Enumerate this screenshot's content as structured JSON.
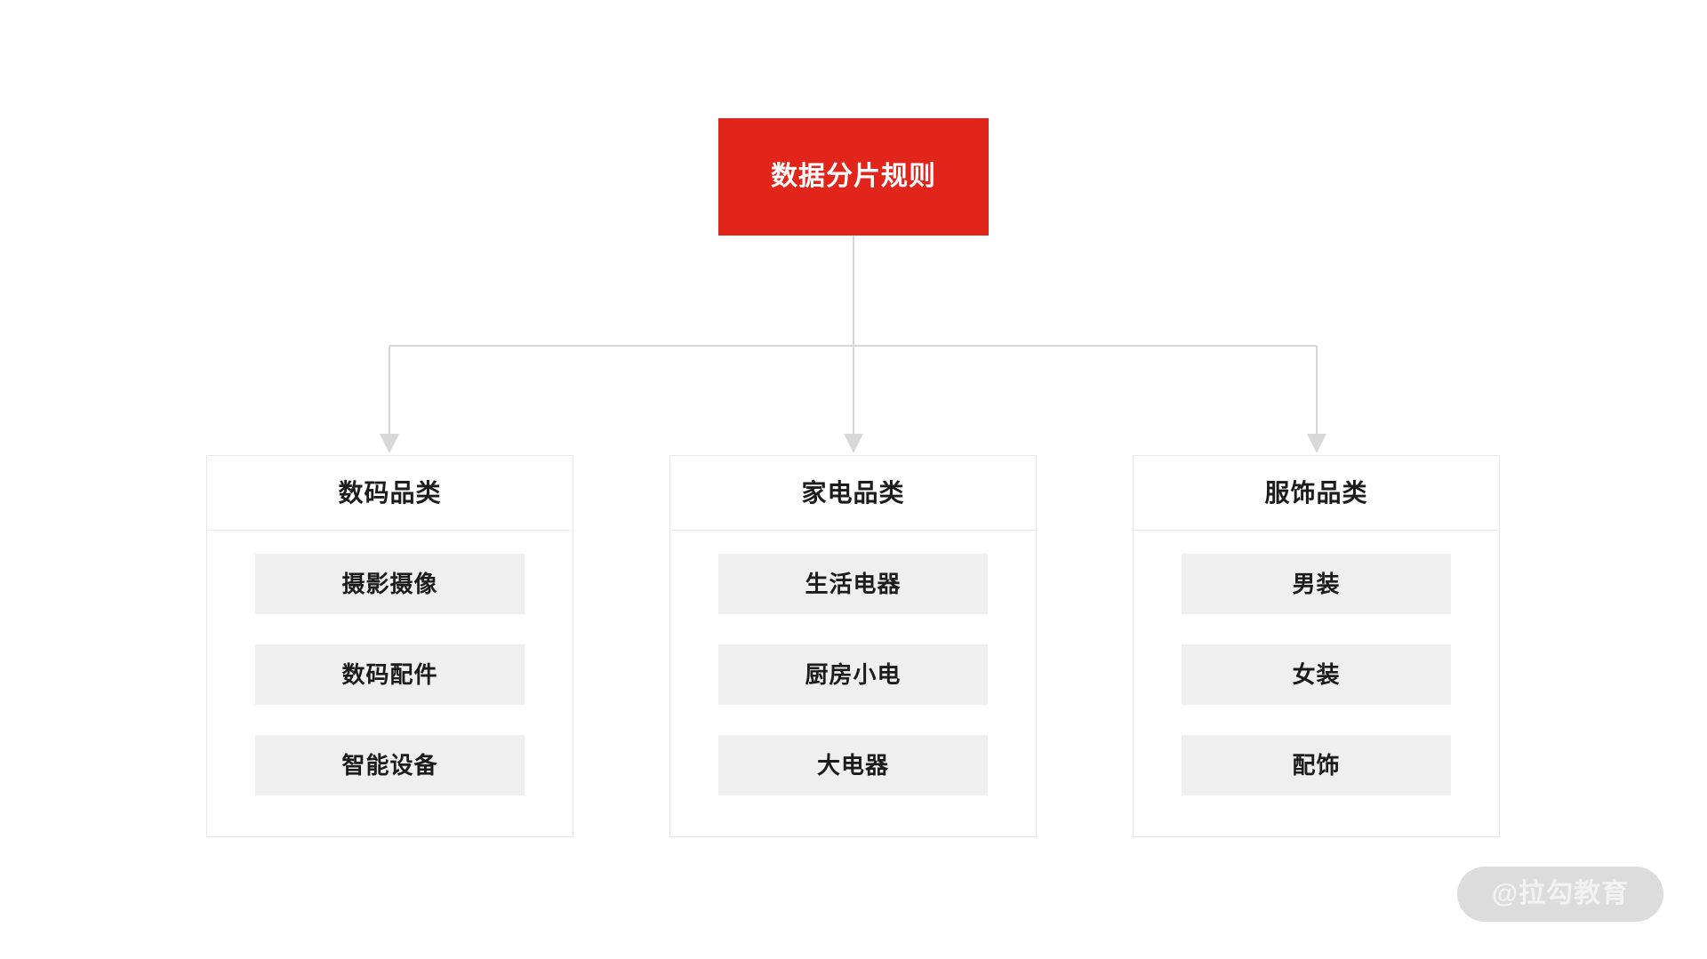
{
  "diagram": {
    "type": "tree",
    "orientation": "top-down",
    "title": "数据分片规则",
    "root": {
      "label": "数据分片规则",
      "background_color": "#E1251B",
      "text_color": "#FFFFFF"
    },
    "connector": {
      "line_color": "#D8D8D8",
      "arrow_color": "#D8D8D8",
      "style": "orthogonal-with-arrowheads"
    },
    "columns": [
      {
        "header": "数码品类",
        "children": [
          "摄影摄像",
          "数码配件",
          "智能设备"
        ]
      },
      {
        "header": "家电品类",
        "children": [
          "生活电器",
          "厨房小电",
          "大电器"
        ]
      },
      {
        "header": "服饰品类",
        "children": [
          "男装",
          "女装",
          "配饰"
        ]
      }
    ],
    "card_style": {
      "background_color": "#FFFFFF",
      "border_color": "#E8E8E8",
      "chip_background_color": "#EFEFEF",
      "text_color": "#1C1C1C"
    }
  },
  "watermark": {
    "label": "@拉勾教育",
    "pill_color": "#DCDCDC",
    "text_color": "#F2F2F2"
  }
}
